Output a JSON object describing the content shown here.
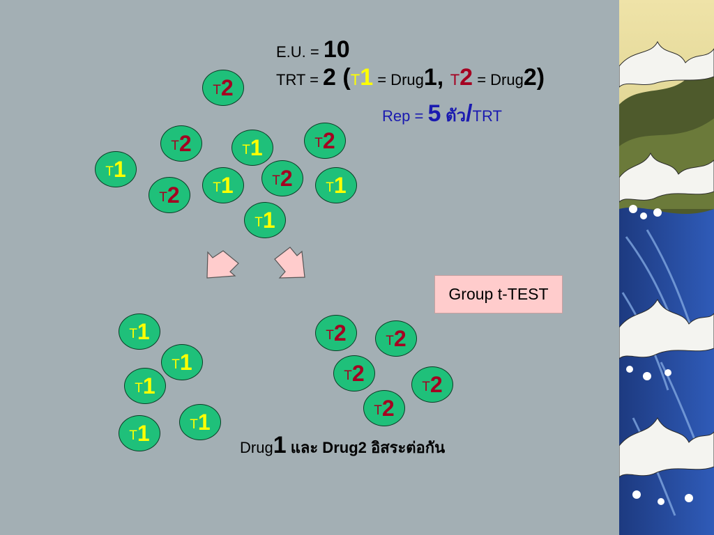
{
  "header": {
    "eu_label": "E.U. = ",
    "eu_value": "10",
    "trt_label": "TRT = ",
    "trt_value": "2 (",
    "t_letter": "T",
    "one": "1",
    "two": "2",
    "eq_drug": " = Drug",
    "comma": ", ",
    "close": ")",
    "rep_label": "Rep = ",
    "rep_value": "5",
    "rep_unit": " ตัว",
    "rep_slash": "/",
    "rep_trt": "TRT"
  },
  "units": [
    {
      "t": "T",
      "n": "2"
    },
    {
      "t": "T",
      "n": "2"
    },
    {
      "t": "T",
      "n": "1"
    },
    {
      "t": "T",
      "n": "2"
    },
    {
      "t": "T",
      "n": "1"
    },
    {
      "t": "T",
      "n": "2"
    },
    {
      "t": "T",
      "n": "1"
    },
    {
      "t": "T",
      "n": "2"
    },
    {
      "t": "T",
      "n": "1"
    },
    {
      "t": "T",
      "n": "1"
    },
    {
      "t": "T",
      "n": "1"
    },
    {
      "t": "T",
      "n": "1"
    },
    {
      "t": "T",
      "n": "1"
    },
    {
      "t": "T",
      "n": "1"
    },
    {
      "t": "T",
      "n": "1"
    },
    {
      "t": "T",
      "n": "2"
    },
    {
      "t": "T",
      "n": "2"
    },
    {
      "t": "T",
      "n": "2"
    },
    {
      "t": "T",
      "n": "2"
    },
    {
      "t": "T",
      "n": "2"
    }
  ],
  "group_label": "Group t-TEST",
  "footer": {
    "drug_a": "Drug",
    "drug_a_num": "1",
    "mid": " และ Drug2  อิสระต่อกัน"
  },
  "colors": {
    "background": "#a3afb4",
    "unit_fill": "#1fc07a",
    "t1_color": "#ffff00",
    "t2_color": "#a50021",
    "rep_color": "#1a1ab0",
    "box_fill": "#ffcccc",
    "arrow_fill": "#ffcccc"
  }
}
